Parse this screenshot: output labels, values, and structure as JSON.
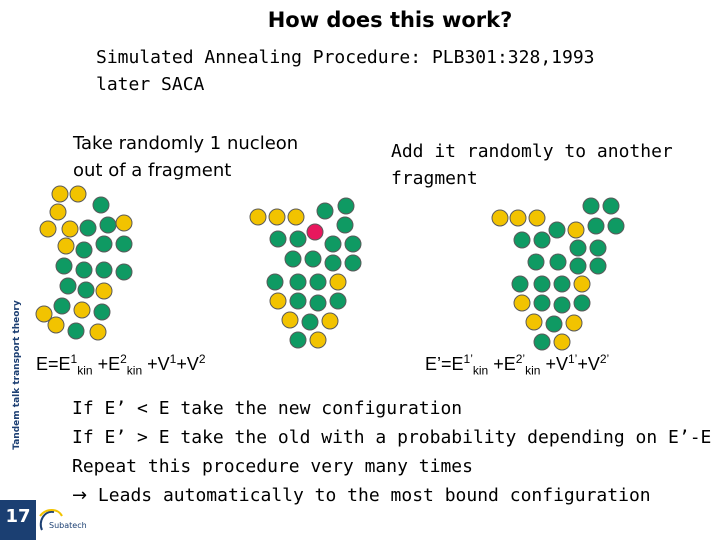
{
  "slide": {
    "title": "How does this work?",
    "subtitle_line1": "Simulated Annealing Procedure: PLB301:328,1993",
    "subtitle_line2": "later SACA",
    "page_number": "17",
    "sidebar_label": "Tandem talk transport theory"
  },
  "steps": {
    "take_line1": "Take randomly 1 nucleon",
    "take_line2": "out of a fragment",
    "add_line1": "Add it randomly to another",
    "add_line2": "fragment"
  },
  "formulas": {
    "energy_before": {
      "e": "E=E",
      "s1": "1",
      "k1": "kin",
      "p1": " +E",
      "s2": "2",
      "k2": "kin",
      "p2": " +V",
      "s3": "1",
      "p3": "+V",
      "s4": "2"
    },
    "energy_after": {
      "e": "E’=E",
      "s1": "1’",
      "k1": "kin",
      "p1": " +E",
      "s2": "2’",
      "k2": "kin",
      "p2": " +V",
      "s3": "1’",
      "p3": "+V",
      "s4": "2’"
    }
  },
  "rules": [
    "If E’ < E take the new configuration",
    "If E’ > E take the old with a probability depending on E’-E",
    "Repeat this procedure very many times",
    " Leads automatically to the most bound configuration"
  ],
  "colors": {
    "proton": "#f2c300",
    "neutron": "#0f9a63",
    "moving_nucleon": "#e8175d",
    "accent": "#1b3f72"
  },
  "logo": {
    "text": "Subatech"
  }
}
